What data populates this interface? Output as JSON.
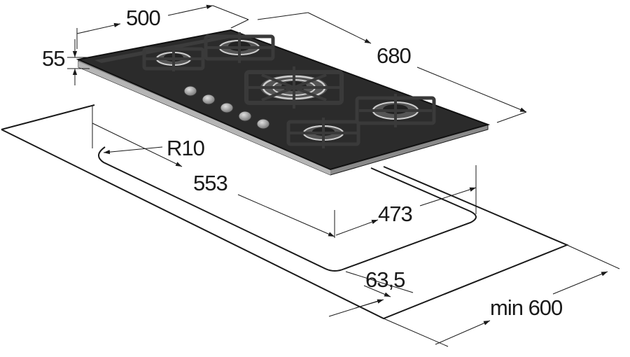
{
  "dimensions": {
    "top_depth": "500",
    "top_width": "680",
    "height": "55",
    "corner_radius": "R10",
    "cutout_width": "553",
    "cutout_depth": "473",
    "front_offset": "63,5",
    "min_clearance": "min 600"
  },
  "colors": {
    "glass": "#2b2b2b",
    "glass_edge": "#111111",
    "pan_support": "#3a3a3a",
    "burner_ring": "#cfcfcf",
    "knob": "#9a9a9a",
    "line": "#1a1a1a"
  }
}
